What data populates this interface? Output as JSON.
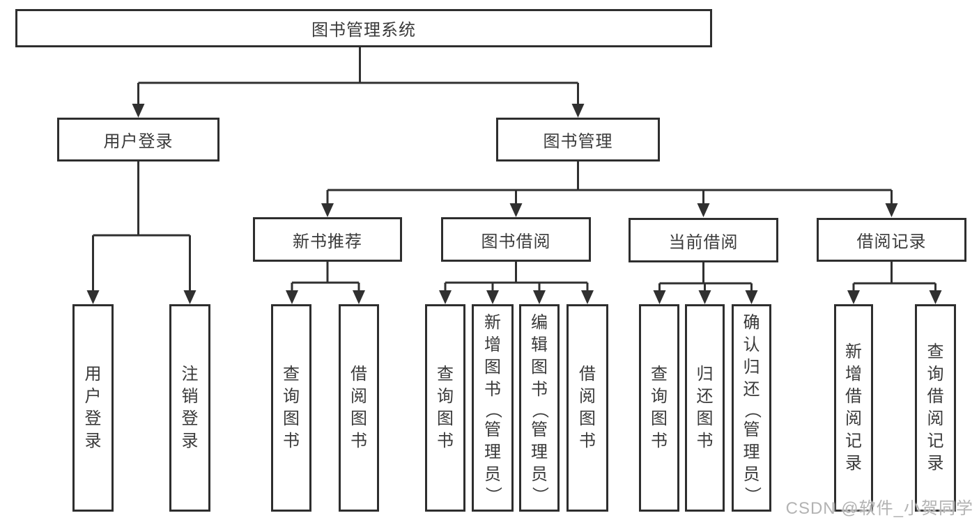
{
  "nodes": {
    "root": "图书管理系统",
    "user_login": "用户登录",
    "book_mgmt": "图书管理",
    "new_books": "新书推荐",
    "book_borrow": "图书借阅",
    "current_borrow": "当前借阅",
    "borrow_records": "借阅记录",
    "leaf_user_login": "用户登录",
    "leaf_logout": "注销登录",
    "leaf_nb_query": "查询图书",
    "leaf_nb_borrow": "借阅图书",
    "leaf_bb_query": "查询图书",
    "leaf_bb_add": "新增图书（管理员）",
    "leaf_bb_edit": "编辑图书（管理员）",
    "leaf_bb_borrow": "借阅图书",
    "leaf_cb_query": "查询图书",
    "leaf_cb_return": "归还图书",
    "leaf_cb_confirm": "确认归还（管理员）",
    "leaf_br_add": "新增借阅记录",
    "leaf_br_query": "查询借阅记录"
  },
  "watermark": "CSDN @软件_小贺同学",
  "colors": {
    "line": "#303030",
    "box_border": "#2e2e2e",
    "text": "#3a3a3a",
    "watermark": "#b3b3b3",
    "background": "#ffffff"
  }
}
